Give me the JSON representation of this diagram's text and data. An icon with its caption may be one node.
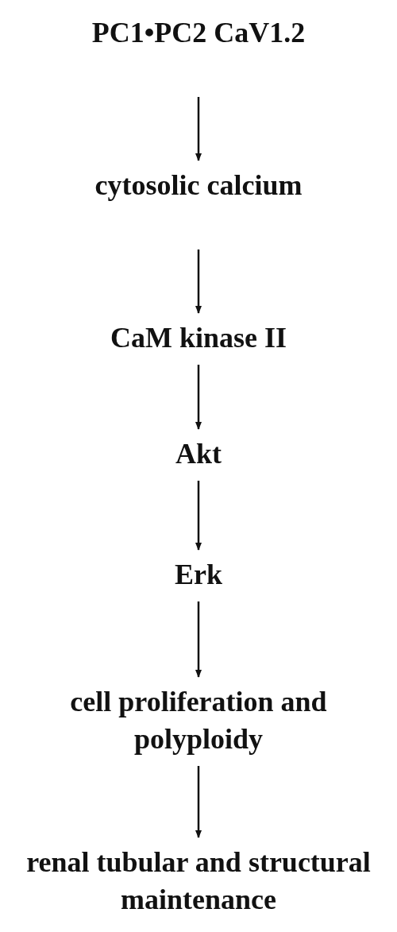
{
  "diagram": {
    "nodes": [
      {
        "text": [
          "PC1•PC2 CaV1.2"
        ]
      },
      {
        "text": [
          "cytosolic calcium"
        ]
      },
      {
        "text": [
          "CaM kinase II"
        ]
      },
      {
        "text": [
          "Akt"
        ]
      },
      {
        "text": [
          "Erk"
        ]
      },
      {
        "text": [
          "cell proliferation and polyploidy"
        ]
      },
      {
        "text": [
          "renal tubular and structural maintenance"
        ]
      }
    ],
    "edges": [
      {
        "from": 0,
        "to": 1,
        "arrow": "to"
      },
      {
        "from": 1,
        "to": 2,
        "arrow": "to"
      },
      {
        "from": 2,
        "to": 3,
        "arrow": "to"
      },
      {
        "from": 3,
        "to": 4,
        "arrow": "to"
      },
      {
        "from": 4,
        "to": 5,
        "arrow": "to"
      },
      {
        "from": 5,
        "to": 6,
        "arrow": "to"
      }
    ]
  }
}
